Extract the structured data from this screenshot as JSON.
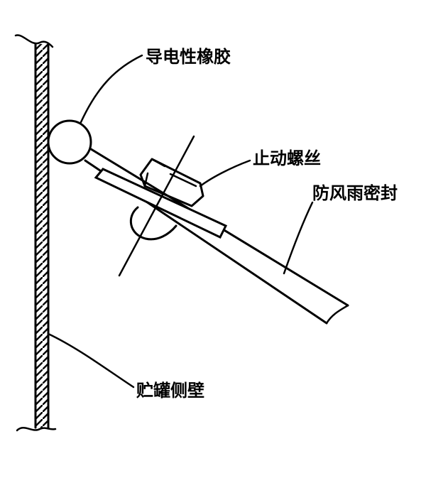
{
  "labels": {
    "conductive_rubber": "导电性橡胶",
    "stop_screw": "止动螺丝",
    "weather_seal": "防风雨密封",
    "tank_wall": "贮罐侧壁"
  }
}
